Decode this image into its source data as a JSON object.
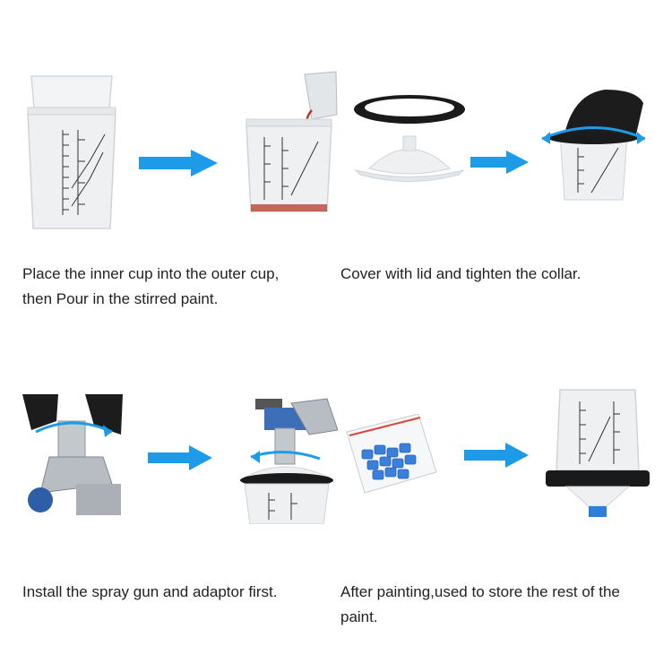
{
  "steps": [
    {
      "caption_line1": "Place the inner cup into the outer cup,",
      "caption_line2": "then Pour in the stirred paint."
    },
    {
      "caption_line1": "Cover with lid and tighten the collar.",
      "caption_line2": ""
    },
    {
      "caption_line1": "Install the spray gun and adaptor first.",
      "caption_line2": ""
    },
    {
      "caption_line1": "After painting,used to store the rest of the",
      "caption_line2": "paint."
    }
  ],
  "colors": {
    "arrow": "#1e9be8",
    "collar": "#1a1a1a",
    "glove": "#1c1c1c",
    "paint": "#b23a2a",
    "cap": "#2f7fd8"
  },
  "icons": [
    "nested-cups-icon",
    "pour-paint-icon",
    "lid-collar-icon",
    "tighten-collar-icon",
    "spray-gun-adaptor-icon",
    "gun-on-cup-icon",
    "caps-bag-icon",
    "storage-cup-icon"
  ]
}
